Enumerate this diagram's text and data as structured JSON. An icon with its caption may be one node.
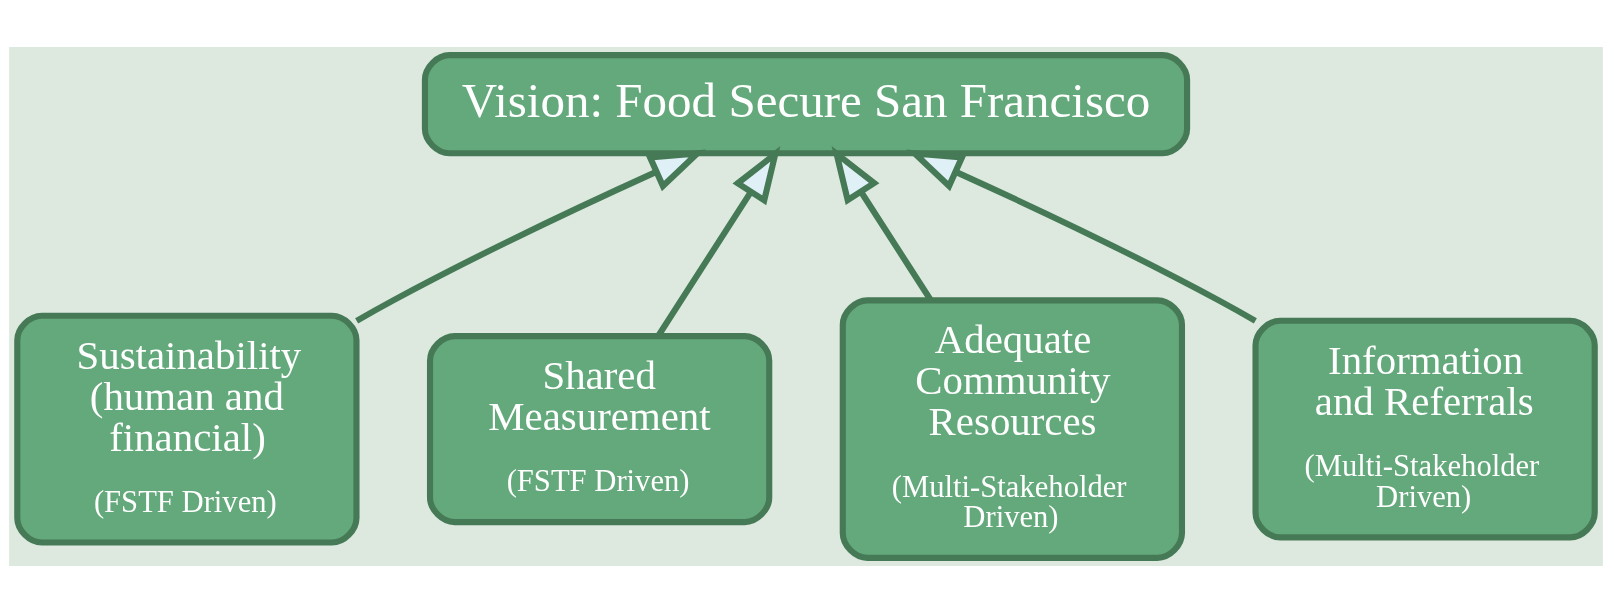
{
  "diagram": {
    "nodes": [
      {
        "text": [
          "Vision: Food Secure San Francisco"
        ]
      },
      {
        "text": [
          "Sustainability (human and financial)",
          "(FSTF Driven)"
        ]
      },
      {
        "text": [
          "Shared Measurement",
          "(FSTF Driven)"
        ]
      },
      {
        "text": [
          "Adequate Community Resources",
          "(Multi-Stakeholder Driven)"
        ]
      },
      {
        "text": [
          "Information and Referrals",
          "(Multi-Stakeholder Driven)"
        ]
      }
    ],
    "edges": [
      {
        "from": 1,
        "to": 0,
        "arrow": "to"
      },
      {
        "from": 2,
        "to": 0,
        "arrow": "to"
      },
      {
        "from": 3,
        "to": 0,
        "arrow": "to"
      },
      {
        "from": 4,
        "to": 0,
        "arrow": "to"
      }
    ]
  }
}
